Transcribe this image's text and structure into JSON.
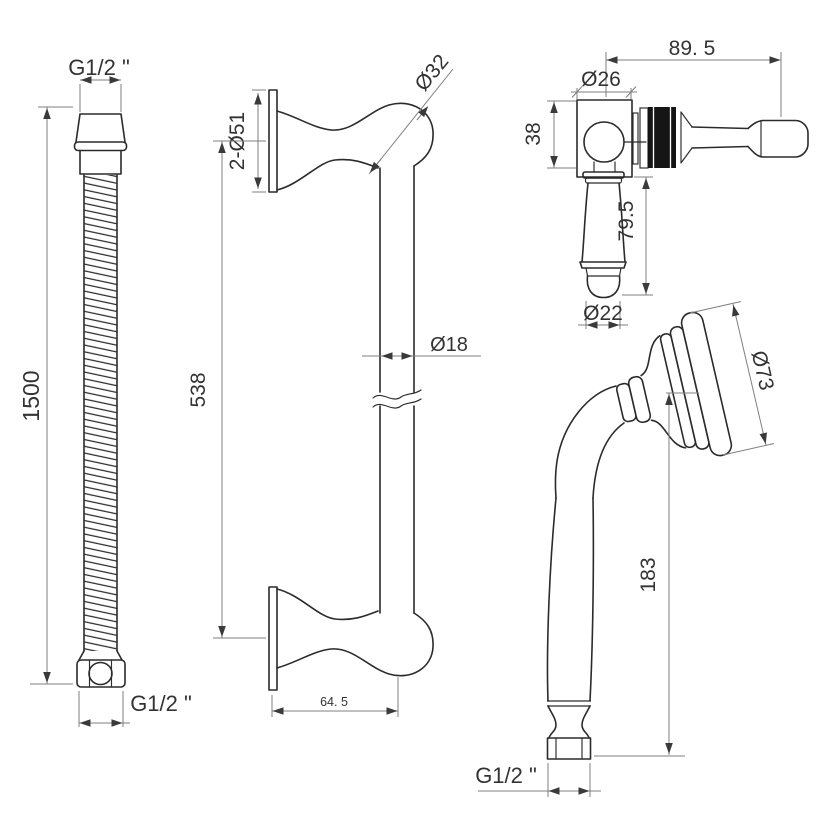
{
  "drawing": {
    "kind": "technical-dimension-drawing",
    "colors": {
      "line": "#2b2b2b",
      "dimension": "#7f7f7f",
      "text": "#333333",
      "knurl_fill": "#151515",
      "background": "#ffffff"
    },
    "components": {
      "hose": {
        "title": "shower-hose",
        "labels": {
          "thread_top": "G1/2 \"",
          "length": "1500",
          "thread_bottom": "G1/2 \""
        }
      },
      "slide_rail": {
        "title": "slide-rail-bar",
        "labels": {
          "flange_diameter": "2-Ø51",
          "end_diameter": "Ø32",
          "length": "538",
          "tube_diameter": "Ø18",
          "wall_offset": "64. 5"
        }
      },
      "wall_bracket": {
        "title": "sliding-holder",
        "labels": {
          "reach": "89. 5",
          "body_diameter": "Ø26",
          "body_height": "38",
          "cradle_length": "79.5",
          "tip_diameter": "Ø22"
        }
      },
      "handset": {
        "title": "hand-shower",
        "labels": {
          "head_diameter": "Ø73",
          "length": "183",
          "thread": "G1/2 \""
        }
      }
    }
  }
}
